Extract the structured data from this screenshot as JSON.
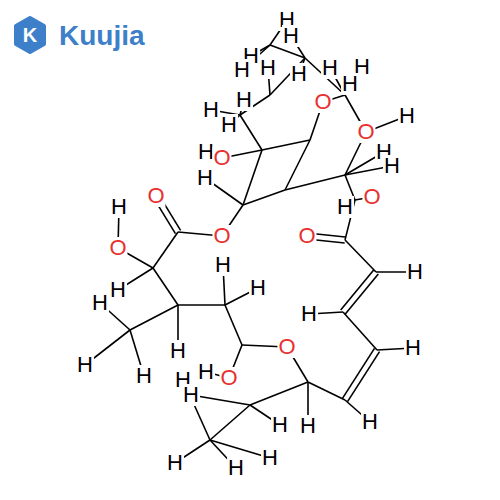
{
  "diagram": {
    "labels": [
      "K",
      "Kuujia",
      "H",
      "H",
      "H",
      "H",
      "H",
      "H",
      "H",
      "H",
      "H",
      "O",
      "H",
      "H",
      "H",
      "O",
      "H",
      "H",
      "O",
      "H",
      "H",
      "H",
      "O",
      "H",
      "O",
      "H",
      "O",
      "O",
      "O",
      "H",
      "H",
      "H",
      "H",
      "H",
      "H",
      "H",
      "O",
      "H",
      "H",
      "H",
      "H",
      "O",
      "H",
      "H",
      "H",
      "H",
      "H",
      "H",
      "H",
      "H"
    ]
  }
}
